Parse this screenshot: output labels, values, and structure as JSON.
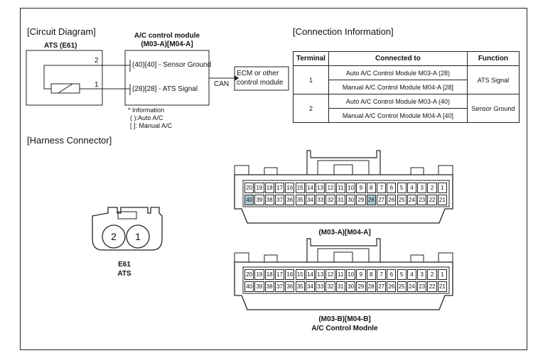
{
  "sections": {
    "circuit_diagram": "[Circuit Diagram]",
    "connection_information": "[Connection Information]",
    "harness_connector": "[Harness Connector]"
  },
  "circuit": {
    "ats_title": "ATS (E61)",
    "module_title_line1": "A/C control module",
    "module_title_line2": "(M03-A)[M04-A]",
    "pin_2": "2",
    "pin_1": "1",
    "sensor_ground": "(40)[40] - Sensor Ground",
    "ats_signal": "(28)[28] - ATS Signal",
    "can": "CAN",
    "ecm_line1": "ECM or other",
    "ecm_line2": "control module",
    "info_title": "* Information",
    "info_auto": "(  ):Auto A/C",
    "info_manual": "[  ]: Manual A/C"
  },
  "table": {
    "headers": [
      "Terminal",
      "Connected to",
      "Function"
    ],
    "rows": [
      {
        "terminal": "1",
        "connected": [
          "Auto A/C Control Module M03-A (28)",
          "Manual A/C Control Module M04-A [28]"
        ],
        "function": "ATS Signal"
      },
      {
        "terminal": "2",
        "connected": [
          "Auto A/C Control Module M03-A (40)",
          "Manual A/C Control Module M04-A [40]"
        ],
        "function": "Sensor Ground"
      }
    ]
  },
  "e61": {
    "pin_left": "2",
    "pin_right": "1",
    "label_line1": "E61",
    "label_line2": "ATS"
  },
  "connector_a": {
    "top_row": [
      "20",
      "19",
      "18",
      "17",
      "16",
      "15",
      "14",
      "13",
      "12",
      "11",
      "10",
      "9",
      "8",
      "7",
      "6",
      "5",
      "4",
      "3",
      "2",
      "1"
    ],
    "bottom_row": [
      "40",
      "39",
      "38",
      "37",
      "36",
      "35",
      "34",
      "33",
      "32",
      "31",
      "30",
      "29",
      "28",
      "27",
      "26",
      "25",
      "24",
      "23",
      "22",
      "21"
    ],
    "highlighted": [
      "40",
      "28"
    ],
    "caption": "(M03-A)[M04-A]"
  },
  "connector_b": {
    "top_row": [
      "20",
      "19",
      "18",
      "17",
      "16",
      "15",
      "14",
      "13",
      "12",
      "11",
      "10",
      "9",
      "8",
      "7",
      "6",
      "5",
      "4",
      "3",
      "2",
      "1"
    ],
    "bottom_row": [
      "40",
      "39",
      "38",
      "37",
      "36",
      "35",
      "34",
      "33",
      "32",
      "31",
      "30",
      "29",
      "28",
      "27",
      "26",
      "25",
      "24",
      "23",
      "22",
      "21"
    ],
    "highlighted": [],
    "caption_line1": "(M03-B)[M04-B]",
    "caption_line2": "A/C Control Modnle"
  },
  "colors": {
    "highlight": "#a9cbd3",
    "line": "#222222"
  }
}
